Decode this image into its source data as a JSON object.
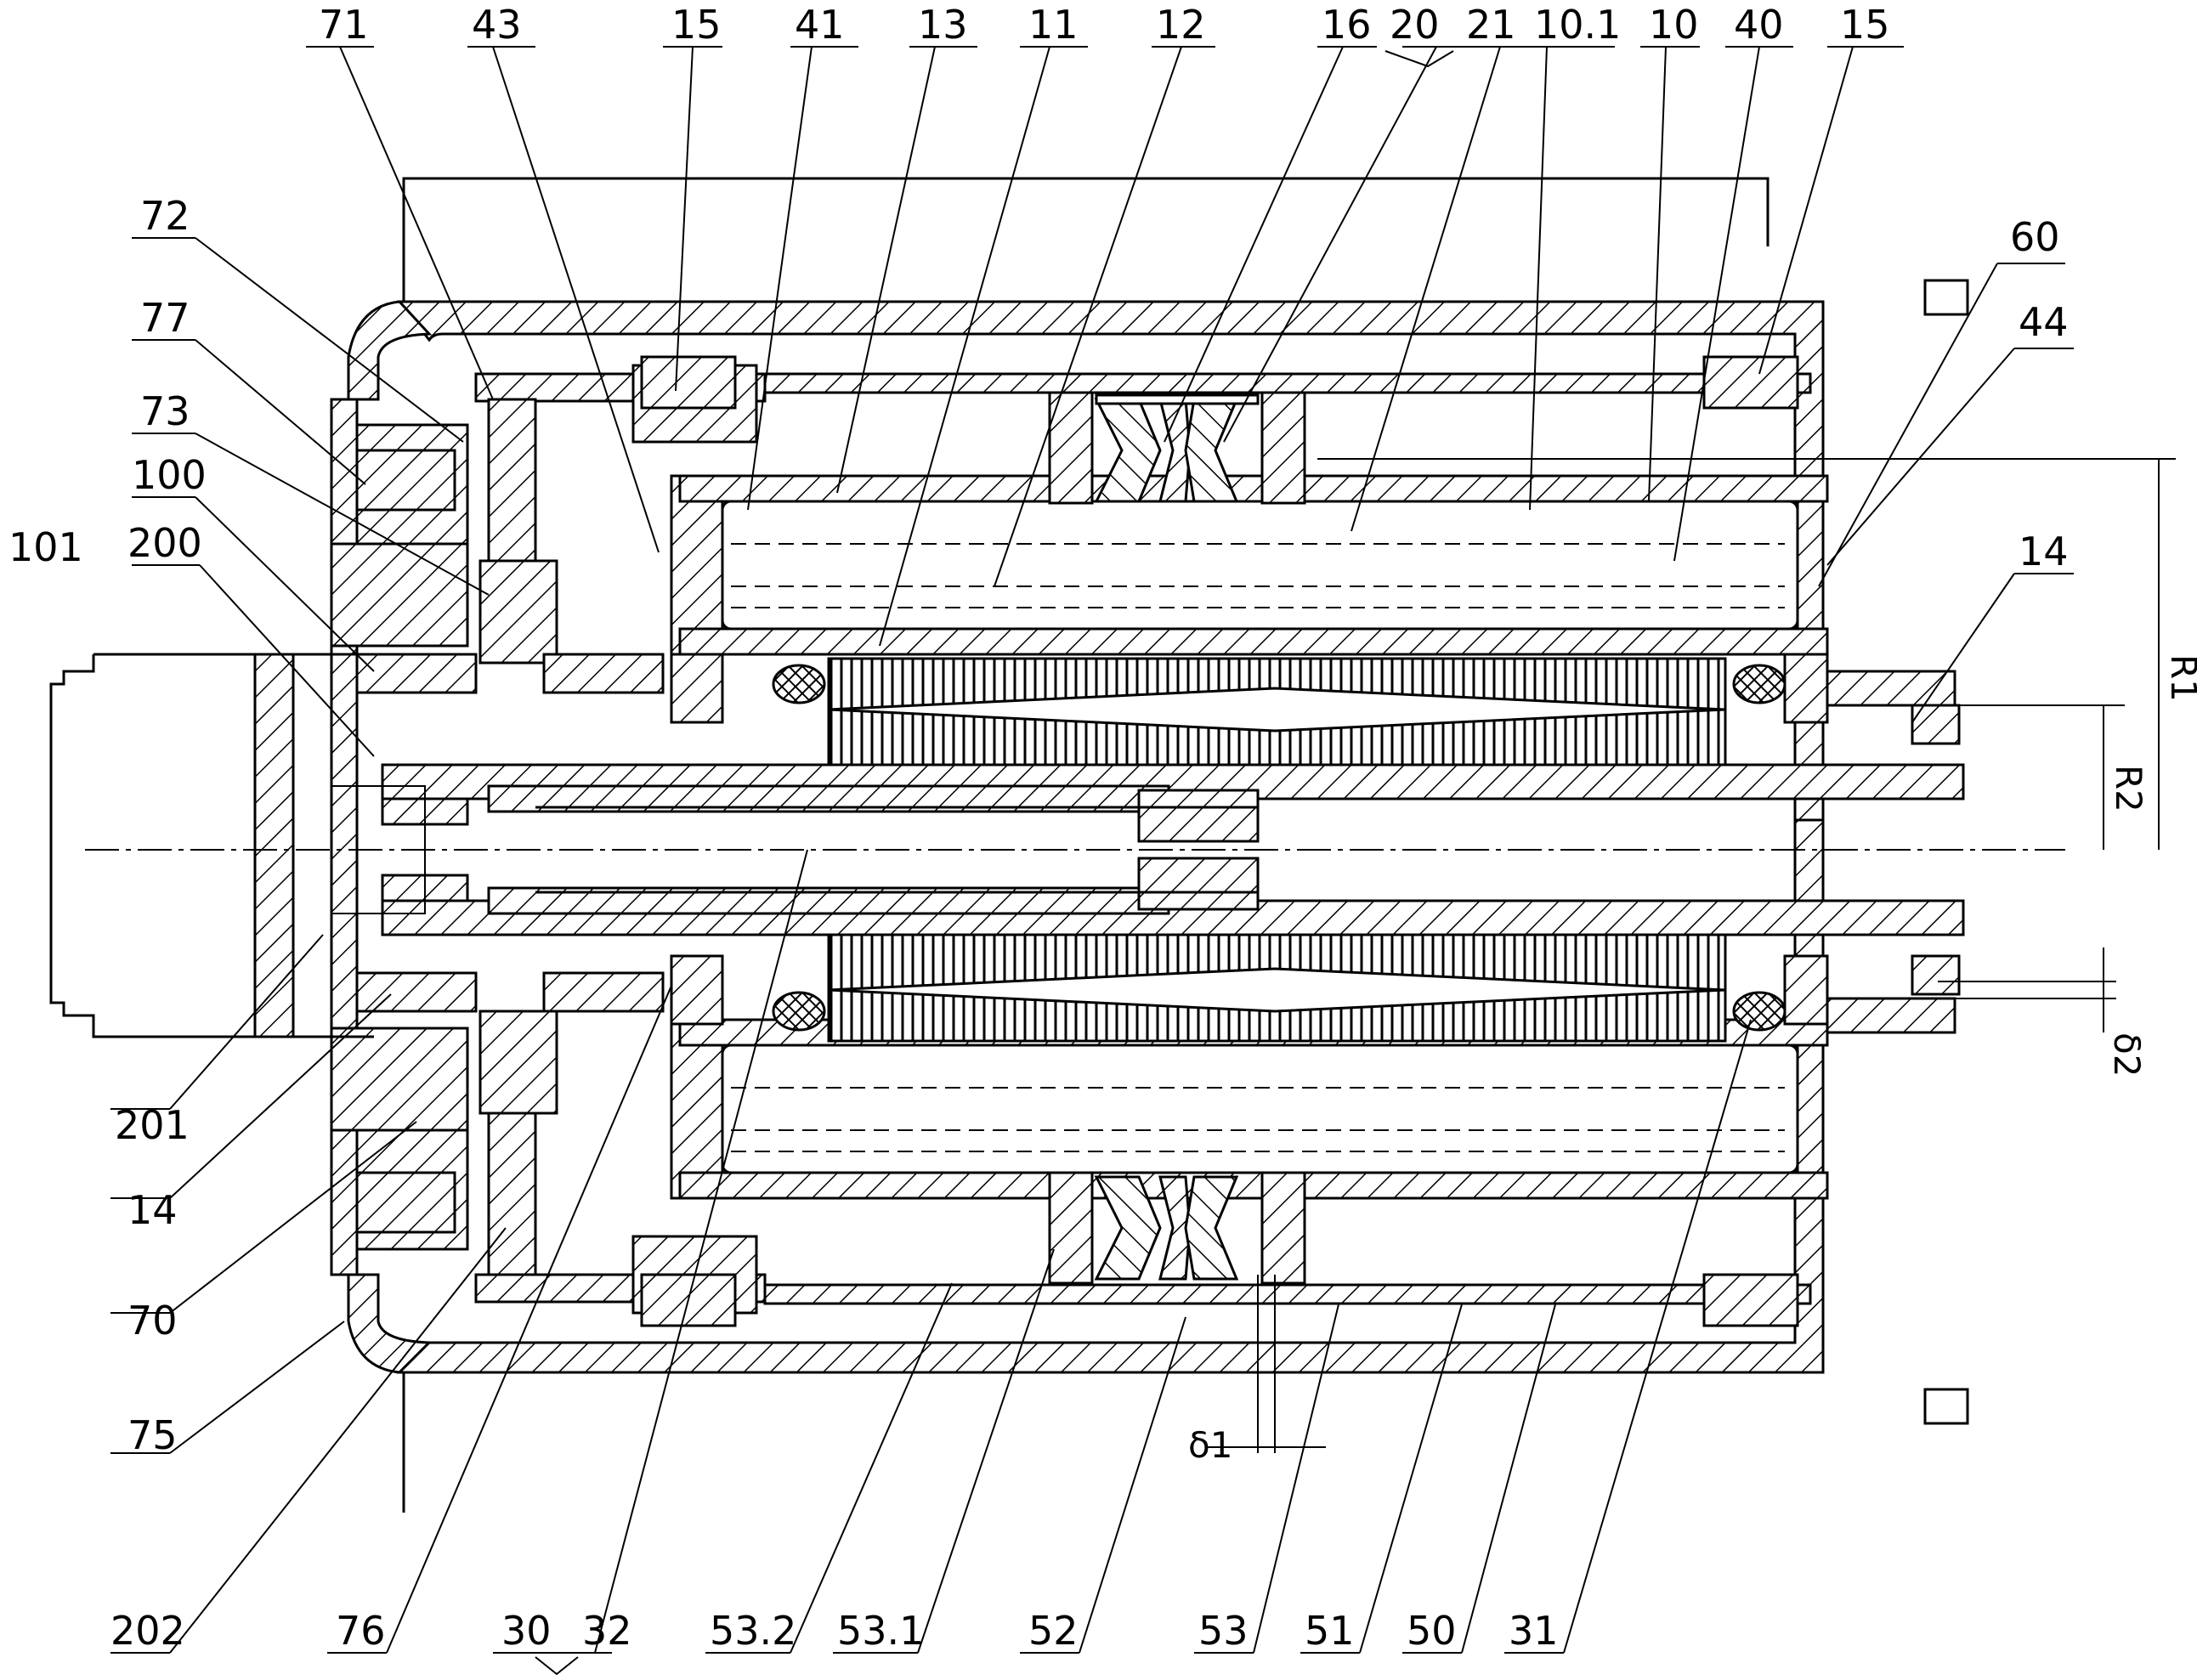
{
  "labels_top": [
    {
      "id": "71",
      "text": "71"
    },
    {
      "id": "43",
      "text": "43"
    },
    {
      "id": "15a",
      "text": "15"
    },
    {
      "id": "41",
      "text": "41"
    },
    {
      "id": "13",
      "text": "13"
    },
    {
      "id": "11",
      "text": "11"
    },
    {
      "id": "12",
      "text": "12"
    },
    {
      "id": "16",
      "text": "16"
    },
    {
      "id": "20",
      "text": "20"
    },
    {
      "id": "21",
      "text": "21"
    },
    {
      "id": "10.1",
      "text": "10.1"
    },
    {
      "id": "10",
      "text": "10"
    },
    {
      "id": "40",
      "text": "40"
    },
    {
      "id": "15b",
      "text": "15"
    }
  ],
  "labels_left": [
    {
      "id": "72",
      "text": "72"
    },
    {
      "id": "77",
      "text": "77"
    },
    {
      "id": "73",
      "text": "73"
    },
    {
      "id": "100",
      "text": "100"
    },
    {
      "id": "101",
      "text": "101"
    },
    {
      "id": "200",
      "text": "200"
    },
    {
      "id": "201",
      "text": "201"
    },
    {
      "id": "14a",
      "text": "14"
    },
    {
      "id": "70",
      "text": "70"
    },
    {
      "id": "75",
      "text": "75"
    }
  ],
  "labels_right": [
    {
      "id": "60",
      "text": "60"
    },
    {
      "id": "44",
      "text": "44"
    },
    {
      "id": "14b",
      "text": "14"
    }
  ],
  "labels_bottom": [
    {
      "id": "202",
      "text": "202"
    },
    {
      "id": "76",
      "text": "76"
    },
    {
      "id": "30",
      "text": "30"
    },
    {
      "id": "32",
      "text": "32"
    },
    {
      "id": "53.2",
      "text": "53.2"
    },
    {
      "id": "53.1",
      "text": "53.1"
    },
    {
      "id": "52",
      "text": "52"
    },
    {
      "id": "53",
      "text": "53"
    },
    {
      "id": "51",
      "text": "51"
    },
    {
      "id": "50",
      "text": "50"
    },
    {
      "id": "31",
      "text": "31"
    }
  ],
  "dimensions": {
    "r1": "R1",
    "r2": "R2",
    "delta1": "δ1",
    "delta2": "δ2"
  }
}
